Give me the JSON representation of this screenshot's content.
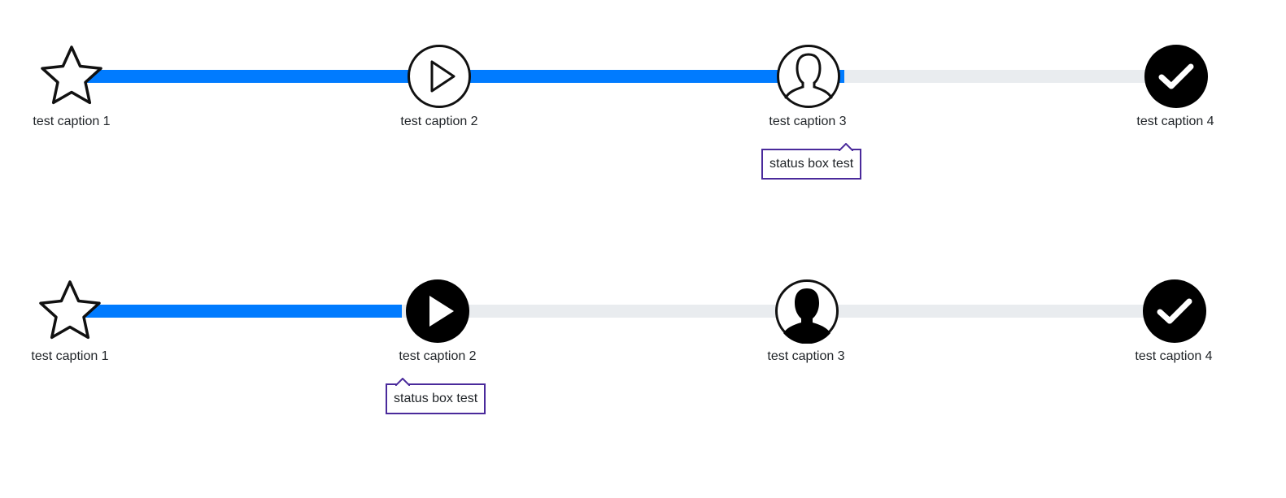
{
  "steppers": [
    {
      "progress": "step 3 of 4 (in progress)",
      "steps": [
        {
          "caption": "test caption 1",
          "icon": "star-outline-icon",
          "state": "complete"
        },
        {
          "caption": "test caption 2",
          "icon": "play-outline-icon",
          "state": "complete"
        },
        {
          "caption": "test caption 3",
          "icon": "user-outline-icon",
          "state": "current"
        },
        {
          "caption": "test caption 4",
          "icon": "check-filled-icon",
          "state": "pending"
        }
      ],
      "status_box": {
        "text": "status box test",
        "attached_to_step": 3
      }
    },
    {
      "progress": "step 2 of 4 (in progress)",
      "steps": [
        {
          "caption": "test caption 1",
          "icon": "star-outline-icon",
          "state": "complete"
        },
        {
          "caption": "test caption 2",
          "icon": "play-filled-icon",
          "state": "current"
        },
        {
          "caption": "test caption 3",
          "icon": "user-filled-icon",
          "state": "pending"
        },
        {
          "caption": "test caption 4",
          "icon": "check-filled-icon",
          "state": "pending"
        }
      ],
      "status_box": {
        "text": "status box test",
        "attached_to_step": 2
      }
    }
  ],
  "colors": {
    "progress": "#007bff",
    "track": "#e9ecef",
    "status_border": "#4a2a9b",
    "icon": "#000000"
  }
}
